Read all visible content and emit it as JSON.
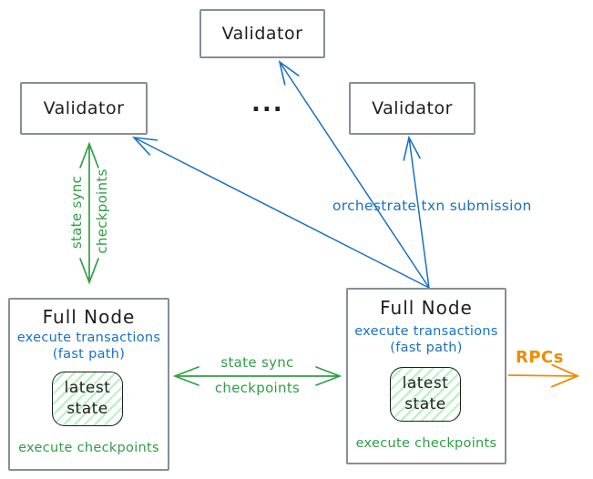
{
  "colors": {
    "green": "#2f9e44",
    "blue": "#1971c2",
    "orange": "#f08c00",
    "box_border_gray": "#868e96",
    "ink_black": "#1e1e1e",
    "state_hatch_green": "#b2f2bb"
  },
  "validators": {
    "top": "Validator",
    "left": "Validator",
    "right": "Validator",
    "ellipsis": "..."
  },
  "edges": {
    "validator_fullnode_left": {
      "label_line1": "state sync",
      "label_line2": "checkpoints"
    },
    "fullnode_fullnode": {
      "label_line1": "state sync",
      "label_line2": "checkpoints"
    },
    "orchestrate": {
      "label": "orchestrate txn submission"
    },
    "rpcs": {
      "label": "RPCs"
    }
  },
  "full_node_left": {
    "title": "Full Node",
    "fast_line1": "execute transactions",
    "fast_line2": "(fast path)",
    "state_line1": "latest",
    "state_line2": "state",
    "footer": "execute checkpoints"
  },
  "full_node_right": {
    "title": "Full Node",
    "fast_line1": "execute transactions",
    "fast_line2": "(fast path)",
    "state_line1": "latest",
    "state_line2": "state",
    "footer": "execute checkpoints"
  }
}
